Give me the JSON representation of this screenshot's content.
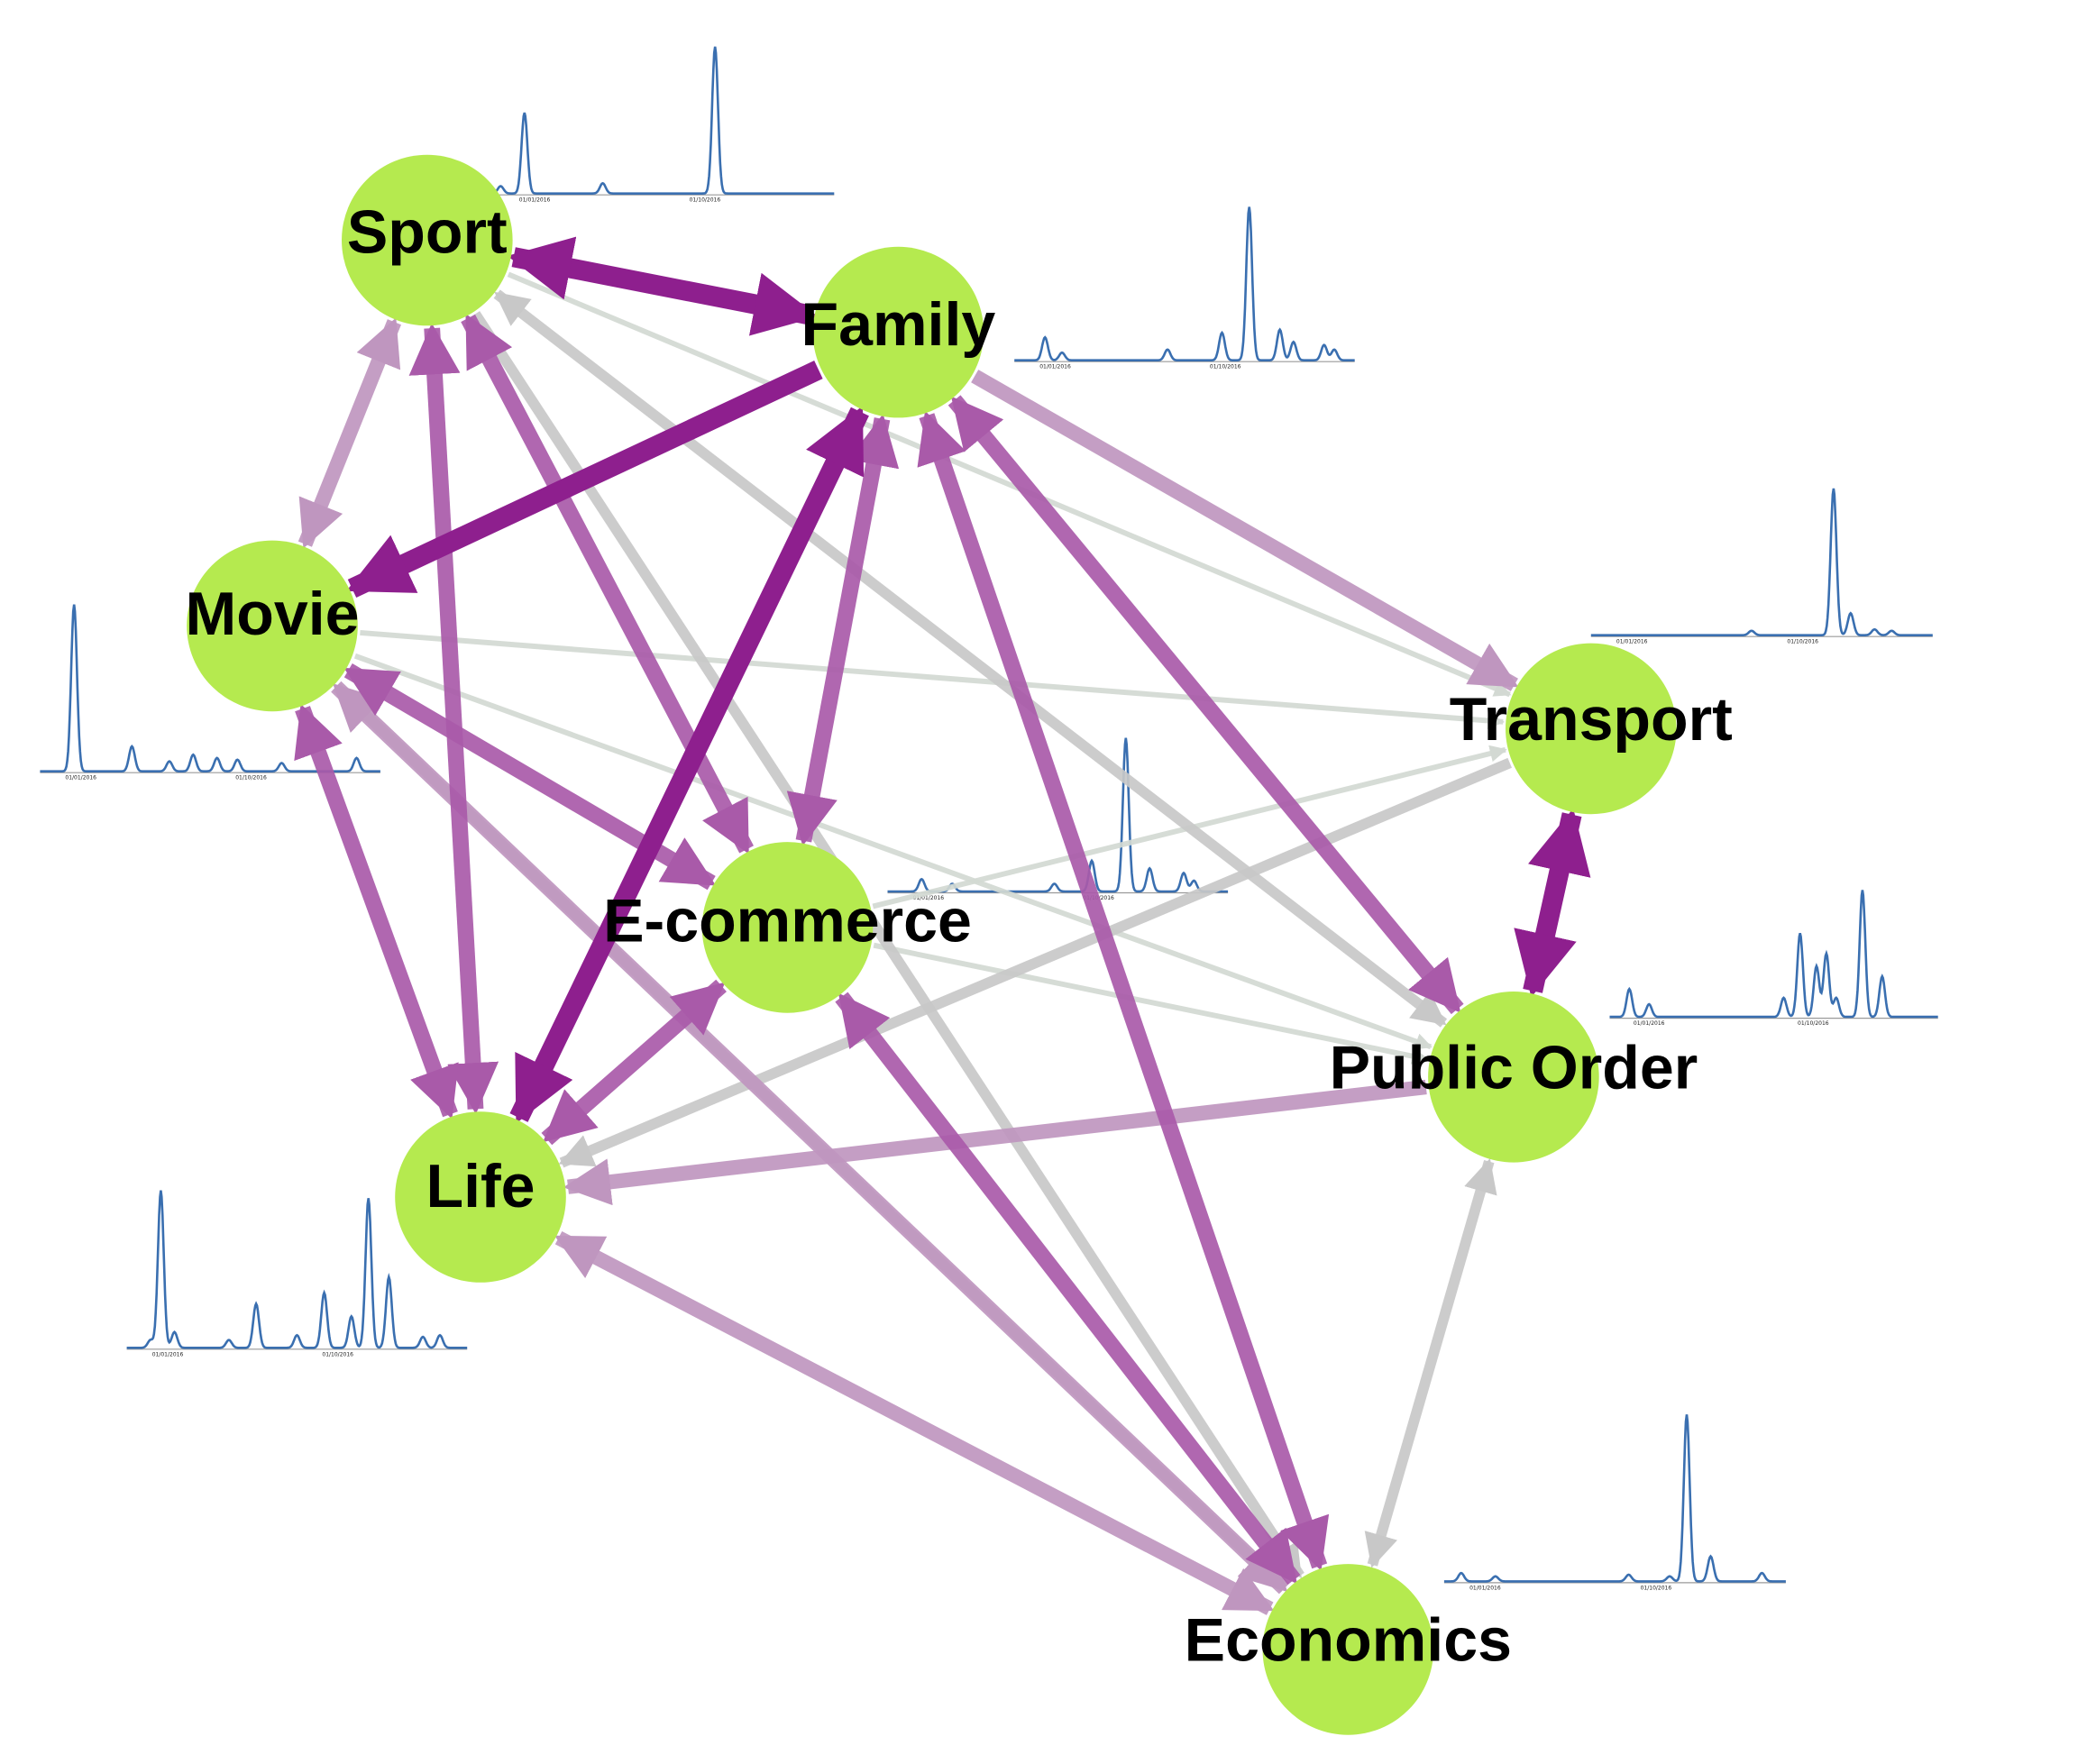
{
  "colors": {
    "node_fill": "#b5ea4f",
    "edge_strong": "#8e1f8e",
    "edge_medium": "#a95aa9",
    "edge_weak": "#bf96bf",
    "edge_gray": "#c8c8c8",
    "edge_pale": "#d3d9d3",
    "sparkline": "#3a6fb0",
    "axis": "#9a9a9a"
  },
  "nodes": [
    {
      "id": "sport",
      "label": "Sport"
    },
    {
      "id": "family",
      "label": "Family"
    },
    {
      "id": "movie",
      "label": "Movie"
    },
    {
      "id": "transport",
      "label": "Transport"
    },
    {
      "id": "ecommerce",
      "label": "E-commerce"
    },
    {
      "id": "public_order",
      "label": "Public Order"
    },
    {
      "id": "life",
      "label": "Life"
    },
    {
      "id": "economics",
      "label": "Economics"
    }
  ],
  "edges": [
    {
      "from": "sport",
      "to": "family",
      "strength": "strong",
      "bidirectional": true
    },
    {
      "from": "sport",
      "to": "movie",
      "strength": "weak",
      "bidirectional": true
    },
    {
      "from": "sport",
      "to": "life",
      "strength": "medium",
      "bidirectional": true
    },
    {
      "from": "sport",
      "to": "ecommerce",
      "strength": "medium",
      "bidirectional": true
    },
    {
      "from": "sport",
      "to": "public_order",
      "strength": "gray",
      "bidirectional": true
    },
    {
      "from": "sport",
      "to": "transport",
      "strength": "pale",
      "bidirectional": false
    },
    {
      "from": "family",
      "to": "movie",
      "strength": "strong",
      "bidirectional": false
    },
    {
      "from": "family",
      "to": "life",
      "strength": "strong",
      "bidirectional": true
    },
    {
      "from": "family",
      "to": "ecommerce",
      "strength": "medium",
      "bidirectional": true
    },
    {
      "from": "family",
      "to": "transport",
      "strength": "weak",
      "bidirectional": false
    },
    {
      "from": "family",
      "to": "public_order",
      "strength": "medium",
      "bidirectional": true
    },
    {
      "from": "family",
      "to": "economics",
      "strength": "medium",
      "bidirectional": true
    },
    {
      "from": "movie",
      "to": "transport",
      "strength": "pale",
      "bidirectional": false
    },
    {
      "from": "movie",
      "to": "ecommerce",
      "strength": "medium",
      "bidirectional": true
    },
    {
      "from": "movie",
      "to": "life",
      "strength": "medium",
      "bidirectional": true
    },
    {
      "from": "movie",
      "to": "public_order",
      "strength": "pale",
      "bidirectional": false
    },
    {
      "from": "movie",
      "to": "economics",
      "strength": "weak",
      "bidirectional": true
    },
    {
      "from": "ecommerce",
      "to": "life",
      "strength": "medium",
      "bidirectional": true
    },
    {
      "from": "ecommerce",
      "to": "economics",
      "strength": "medium",
      "bidirectional": true
    },
    {
      "from": "ecommerce",
      "to": "public_order",
      "strength": "pale",
      "bidirectional": false
    },
    {
      "from": "ecommerce",
      "to": "transport",
      "strength": "pale",
      "bidirectional": false
    },
    {
      "from": "transport",
      "to": "public_order",
      "strength": "strong",
      "bidirectional": true
    },
    {
      "from": "transport",
      "to": "life",
      "strength": "gray",
      "bidirectional": false
    },
    {
      "from": "public_order",
      "to": "life",
      "strength": "weak",
      "bidirectional": false
    },
    {
      "from": "public_order",
      "to": "economics",
      "strength": "gray",
      "bidirectional": true
    },
    {
      "from": "life",
      "to": "economics",
      "strength": "weak",
      "bidirectional": true
    },
    {
      "from": "sport",
      "to": "economics",
      "strength": "gray",
      "bidirectional": false
    },
    {
      "from": "movie",
      "to": "economics",
      "strength": "gray",
      "bidirectional": false
    }
  ],
  "sparklines": [
    {
      "node": "sport",
      "ticks": [
        "01/01/2016",
        "01/10/2016"
      ],
      "peaks": [
        [
          0.02,
          0.05
        ],
        [
          0.09,
          0.55
        ],
        [
          0.32,
          0.07
        ],
        [
          0.65,
          1.0
        ]
      ]
    },
    {
      "node": "family",
      "ticks": [
        "01/01/2016",
        "01/10/2016"
      ],
      "peaks": [
        [
          0.09,
          0.15
        ],
        [
          0.14,
          0.05
        ],
        [
          0.45,
          0.07
        ],
        [
          0.61,
          0.18
        ],
        [
          0.69,
          1.0
        ],
        [
          0.78,
          0.2
        ],
        [
          0.82,
          0.12
        ],
        [
          0.91,
          0.1
        ],
        [
          0.94,
          0.07
        ]
      ]
    },
    {
      "node": "movie",
      "ticks": [
        "01/01/2016",
        "01/10/2016"
      ],
      "peaks": [
        [
          0.1,
          1.0
        ],
        [
          0.27,
          0.15
        ],
        [
          0.38,
          0.06
        ],
        [
          0.45,
          0.1
        ],
        [
          0.52,
          0.08
        ],
        [
          0.58,
          0.07
        ],
        [
          0.71,
          0.05
        ],
        [
          0.93,
          0.08
        ]
      ]
    },
    {
      "node": "transport",
      "ticks": [
        "01/01/2016",
        "01/10/2016"
      ],
      "peaks": [
        [
          0.47,
          0.03
        ],
        [
          0.71,
          1.0
        ],
        [
          0.76,
          0.15
        ],
        [
          0.83,
          0.04
        ],
        [
          0.88,
          0.03
        ]
      ]
    },
    {
      "node": "ecommerce",
      "ticks": [
        "01/01/2016",
        "01/10/2016"
      ],
      "peaks": [
        [
          0.1,
          0.08
        ],
        [
          0.19,
          0.05
        ],
        [
          0.49,
          0.05
        ],
        [
          0.6,
          0.2
        ],
        [
          0.7,
          1.0
        ],
        [
          0.77,
          0.15
        ],
        [
          0.87,
          0.12
        ],
        [
          0.9,
          0.07
        ]
      ]
    },
    {
      "node": "public_order",
      "ticks": [
        "01/01/2016",
        "01/10/2016"
      ],
      "peaks": [
        [
          0.06,
          0.22
        ],
        [
          0.12,
          0.1
        ],
        [
          0.53,
          0.15
        ],
        [
          0.58,
          0.66
        ],
        [
          0.63,
          0.4
        ],
        [
          0.66,
          0.5
        ],
        [
          0.69,
          0.15
        ],
        [
          0.77,
          1.0
        ],
        [
          0.83,
          0.32
        ]
      ]
    },
    {
      "node": "life",
      "ticks": [
        "01/01/2016",
        "01/10/2016"
      ],
      "peaks": [
        [
          0.07,
          0.05
        ],
        [
          0.1,
          1.0
        ],
        [
          0.14,
          0.1
        ],
        [
          0.3,
          0.05
        ],
        [
          0.38,
          0.28
        ],
        [
          0.5,
          0.08
        ],
        [
          0.58,
          0.35
        ],
        [
          0.66,
          0.2
        ],
        [
          0.71,
          0.95
        ],
        [
          0.77,
          0.45
        ],
        [
          0.87,
          0.07
        ],
        [
          0.92,
          0.08
        ]
      ]
    },
    {
      "node": "economics",
      "ticks": [
        "01/01/2016",
        "01/10/2016"
      ],
      "peaks": [
        [
          0.05,
          0.05
        ],
        [
          0.15,
          0.03
        ],
        [
          0.54,
          0.04
        ],
        [
          0.66,
          0.03
        ],
        [
          0.71,
          1.0
        ],
        [
          0.78,
          0.15
        ],
        [
          0.93,
          0.05
        ]
      ]
    }
  ]
}
